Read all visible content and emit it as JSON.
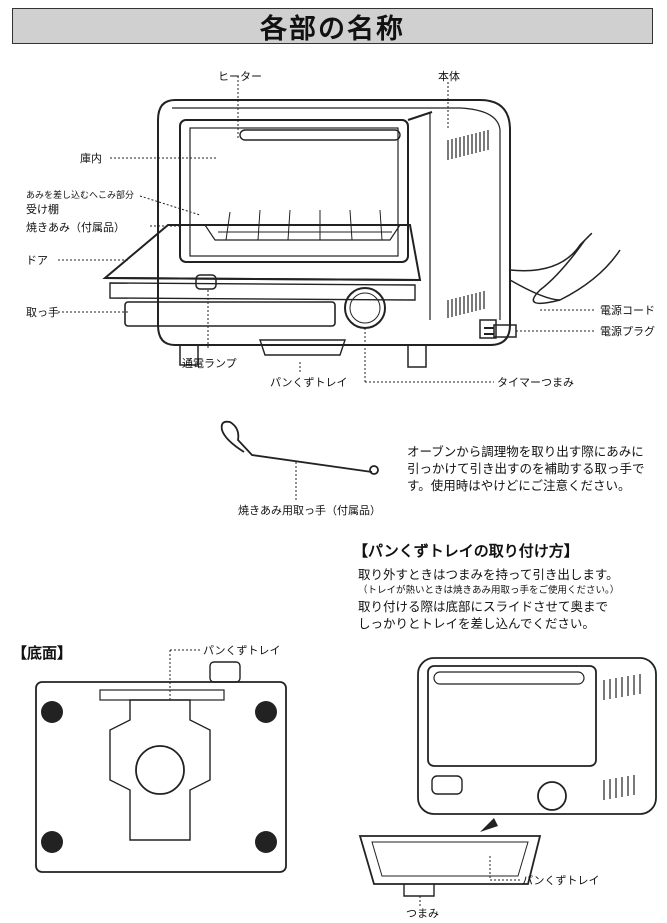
{
  "title": "各部の名称",
  "labels": {
    "heater": "ヒーター",
    "body": "本体",
    "chamber": "庫内",
    "rack_groove": "あみを差し込むへこみ部分",
    "rack_shelf": "受け棚",
    "grill_rack": "焼きあみ（付属品）",
    "door": "ドア",
    "handle": "取っ手",
    "power_lamp": "通電ランプ",
    "crumb_tray": "パンくずトレイ",
    "timer_knob": "タイマーつまみ",
    "power_cord": "電源コード",
    "power_plug": "電源プラグ",
    "rack_tool": "焼きあみ用取っ手（付属品）"
  },
  "tool_note": {
    "line1": "オーブンから調理物を取り出す際にあみに",
    "line2": "引っかけて引き出すのを補助する取っ手で",
    "line3": "す。使用時はやけどにご注意ください。"
  },
  "tray_section": {
    "heading": "【パンくずトレイの取り付け方】",
    "line1": "取り外すときはつまみを持って引き出します。",
    "line2": "（トレイが熱いときは焼きあみ用取っ手をご使用ください。）",
    "line3": "取り付ける際は底部にスライドさせて奥まで",
    "line4": "しっかりとトレイを差し込んでください。",
    "tray_label": "パンくずトレイ",
    "knob_label": "つまみ"
  },
  "bottom_section": {
    "heading": "【底面】",
    "tray_label": "パンくずトレイ"
  }
}
